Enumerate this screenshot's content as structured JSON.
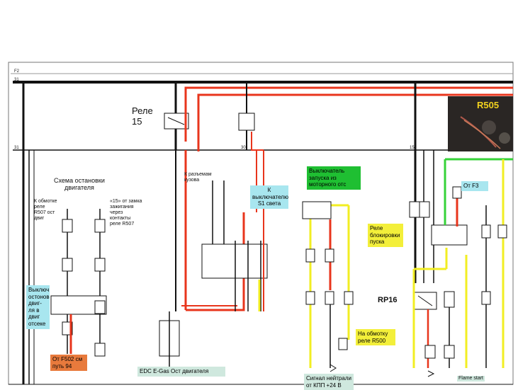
{
  "labels": {
    "rele15_line1": "Реле",
    "rele15_line2": "15",
    "r505": "R505",
    "schema_title_1": "Схема остановки",
    "schema_title_2": "двигателя",
    "k_obmotke_1": "К обмотке",
    "k_obmotke_2": "реле",
    "k_obmotke_3": "R507 ост",
    "k_obmotke_4": "двиг",
    "ot_zamka_1": "«15» от замка",
    "ot_zamka_2": "зажигания",
    "ot_zamka_3": "через",
    "ot_zamka_4": "контакты",
    "ot_zamka_5": "реле R507",
    "k_razemam_1": "К разъемам",
    "k_razemam_2": "кузова",
    "rp16": "RP16",
    "flame_start": "Flame start"
  },
  "callouts": {
    "k_vykl_s1": "К выключателю S1 света",
    "vykl_zapuska": "Выключатель запуска из моторного отс",
    "ot_f3": "От F3",
    "rele_blok": "Реле блокировки пуска",
    "vykl_ostanov": "Выключ остонов двиг-ля в двиг отсеке",
    "ot_f502": "От F502 см путь 94",
    "edc": "EDC  E-Gas Ост двигателя",
    "na_obmotku": "На обмотку реле R500",
    "signal_neitr": "Сигнал нейтрали от КПП +24 В"
  },
  "wire_markers": [
    "31",
    "31",
    "F2",
    "15",
    "30"
  ],
  "colors": {
    "wire_black": "#111111",
    "wire_red": "#e8351c",
    "wire_yellow": "#f2ee22",
    "wire_green": "#36d238",
    "callout_blue": "#a8e6ef",
    "callout_green": "#1fbf32",
    "callout_yellow": "#f3ef3a",
    "callout_orange": "#e87a3c",
    "callout_teal": "#cfe8de"
  }
}
